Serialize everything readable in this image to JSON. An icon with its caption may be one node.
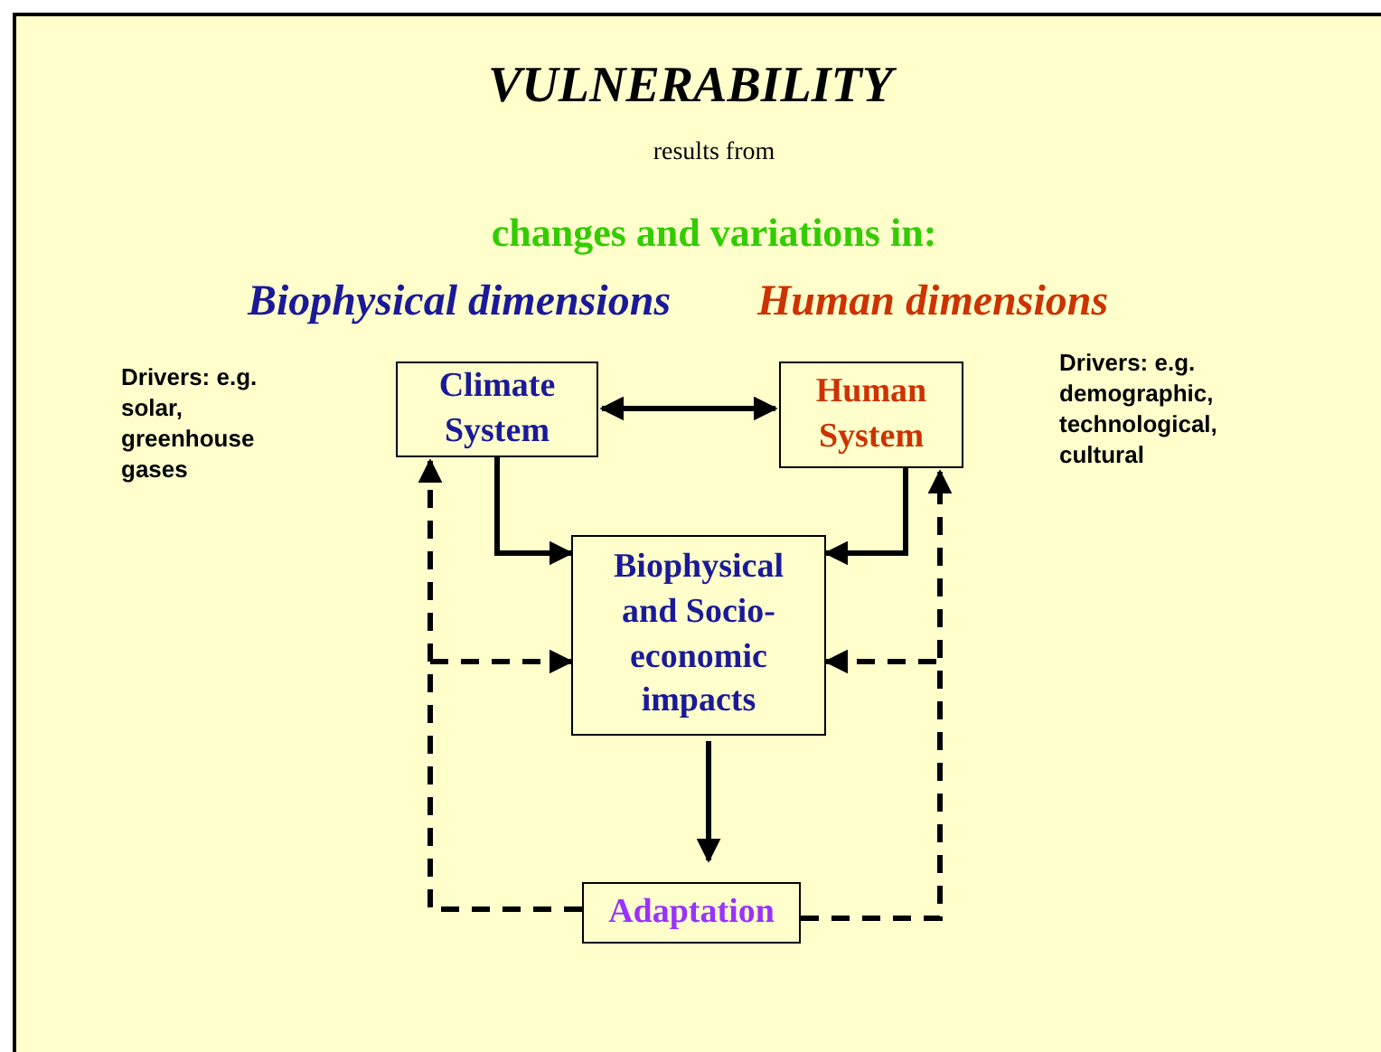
{
  "diagram": {
    "title": "VULNERABILITY",
    "nodes": [
      {
        "text": [
          "Climate System"
        ]
      },
      {
        "text": [
          "Human System"
        ]
      },
      {
        "text": [
          "Biophysical and Socio-economic impacts"
        ]
      },
      {
        "text": [
          "Adaptation"
        ]
      }
    ],
    "edges": [
      {
        "from": 0,
        "to": 1,
        "arrow": "both"
      },
      {
        "from": 0,
        "to": 2,
        "arrow": "to"
      },
      {
        "from": 1,
        "to": 2,
        "arrow": "to"
      },
      {
        "from": 2,
        "to": 3,
        "arrow": "to"
      },
      {
        "from": 3,
        "to": 0,
        "arrow": "to",
        "style": "dashed"
      },
      {
        "from": 3,
        "to": 1,
        "arrow": "to",
        "style": "dashed"
      },
      {
        "from": 3,
        "to": 2,
        "arrow": "to",
        "style": "dashed"
      },
      {
        "from": 3,
        "to": 2,
        "arrow": "to",
        "style": "dashed"
      }
    ],
    "labels": [
      "results from",
      "changes and variations in:",
      "Biophysical dimensions",
      "Human dimensions",
      "Drivers: e.g. solar, greenhouse gases",
      "Drivers: e.g. demographic, technological, cultural"
    ]
  }
}
